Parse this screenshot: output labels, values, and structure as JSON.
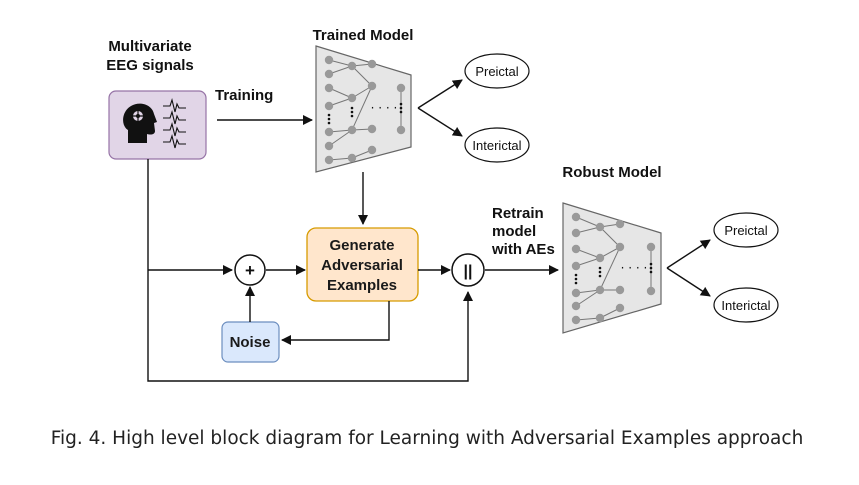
{
  "labels": {
    "multivariate_line1": "Multivariate",
    "multivariate_line2": "EEG signals",
    "trained_model": "Trained Model",
    "training": "Training",
    "robust_model": "Robust Model",
    "retrain_line1": "Retrain",
    "retrain_line2": "model",
    "retrain_line3": "with AEs"
  },
  "nodes": {
    "generate_line1": "Generate",
    "generate_line2": "Adversarial",
    "generate_line3": "Examples",
    "noise": "Noise",
    "plus": "+",
    "concat": "||",
    "dots": "· · · ·"
  },
  "outputs": {
    "trained_preictal": "Preictal",
    "trained_interictal": "Interictal",
    "robust_preictal": "Preictal",
    "robust_interictal": "Interictal"
  },
  "caption": "Fig. 4.  High level block diagram for Learning with Adversarial Examples approach",
  "colors": {
    "eeg_box_fill": "#e1d5e7",
    "eeg_box_stroke": "#9673a6",
    "generate_fill": "#ffe6cc",
    "generate_stroke": "#d79b00",
    "noise_fill": "#dae8fc",
    "noise_stroke": "#6c8ebf",
    "model_fill": "#e6e6e6",
    "neuron_fill": "#999999"
  }
}
